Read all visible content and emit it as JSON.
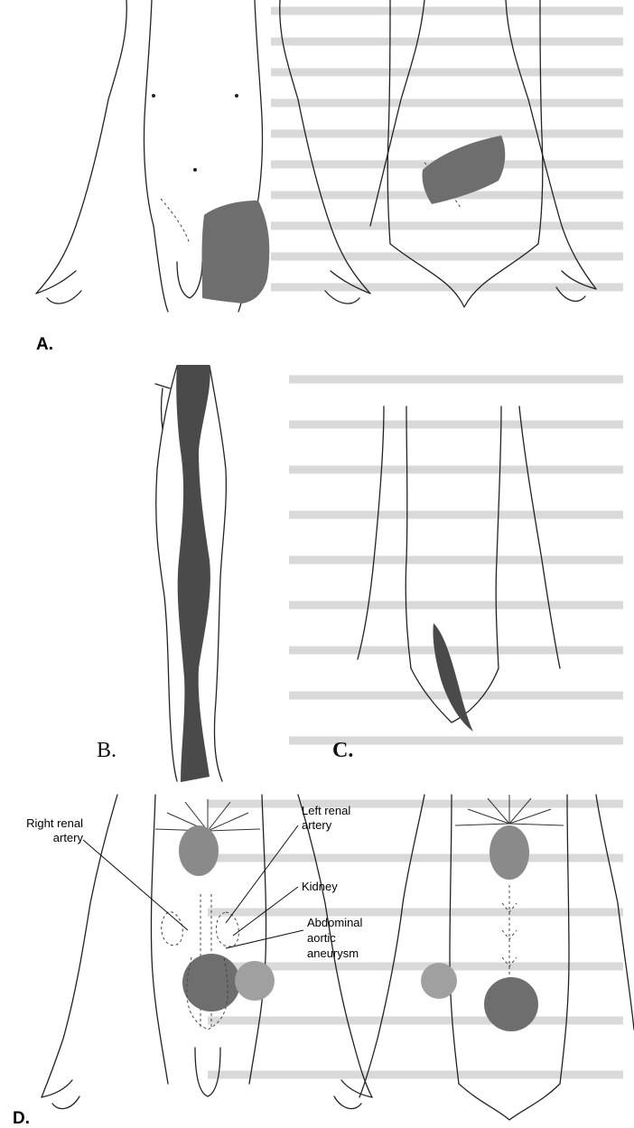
{
  "panels": {
    "a": {
      "label": "A."
    },
    "b": {
      "label": "B."
    },
    "c": {
      "label": "C."
    },
    "d": {
      "label": "D."
    }
  },
  "annotations": {
    "right_renal_artery_line1": "Right renal",
    "right_renal_artery_line2": "artery",
    "left_renal_artery_line1": "Left renal",
    "left_renal_artery_line2": "artery",
    "kidney": "Kidney",
    "aaa_line1": "Abdominal",
    "aaa_line2": "aortic",
    "aaa_line3": "aneurysm"
  },
  "colors": {
    "pain_region": "#6e6e6e",
    "referral_circle": "#8a8a8a",
    "outline": "#222222",
    "background_text": "#d9d9d9"
  }
}
